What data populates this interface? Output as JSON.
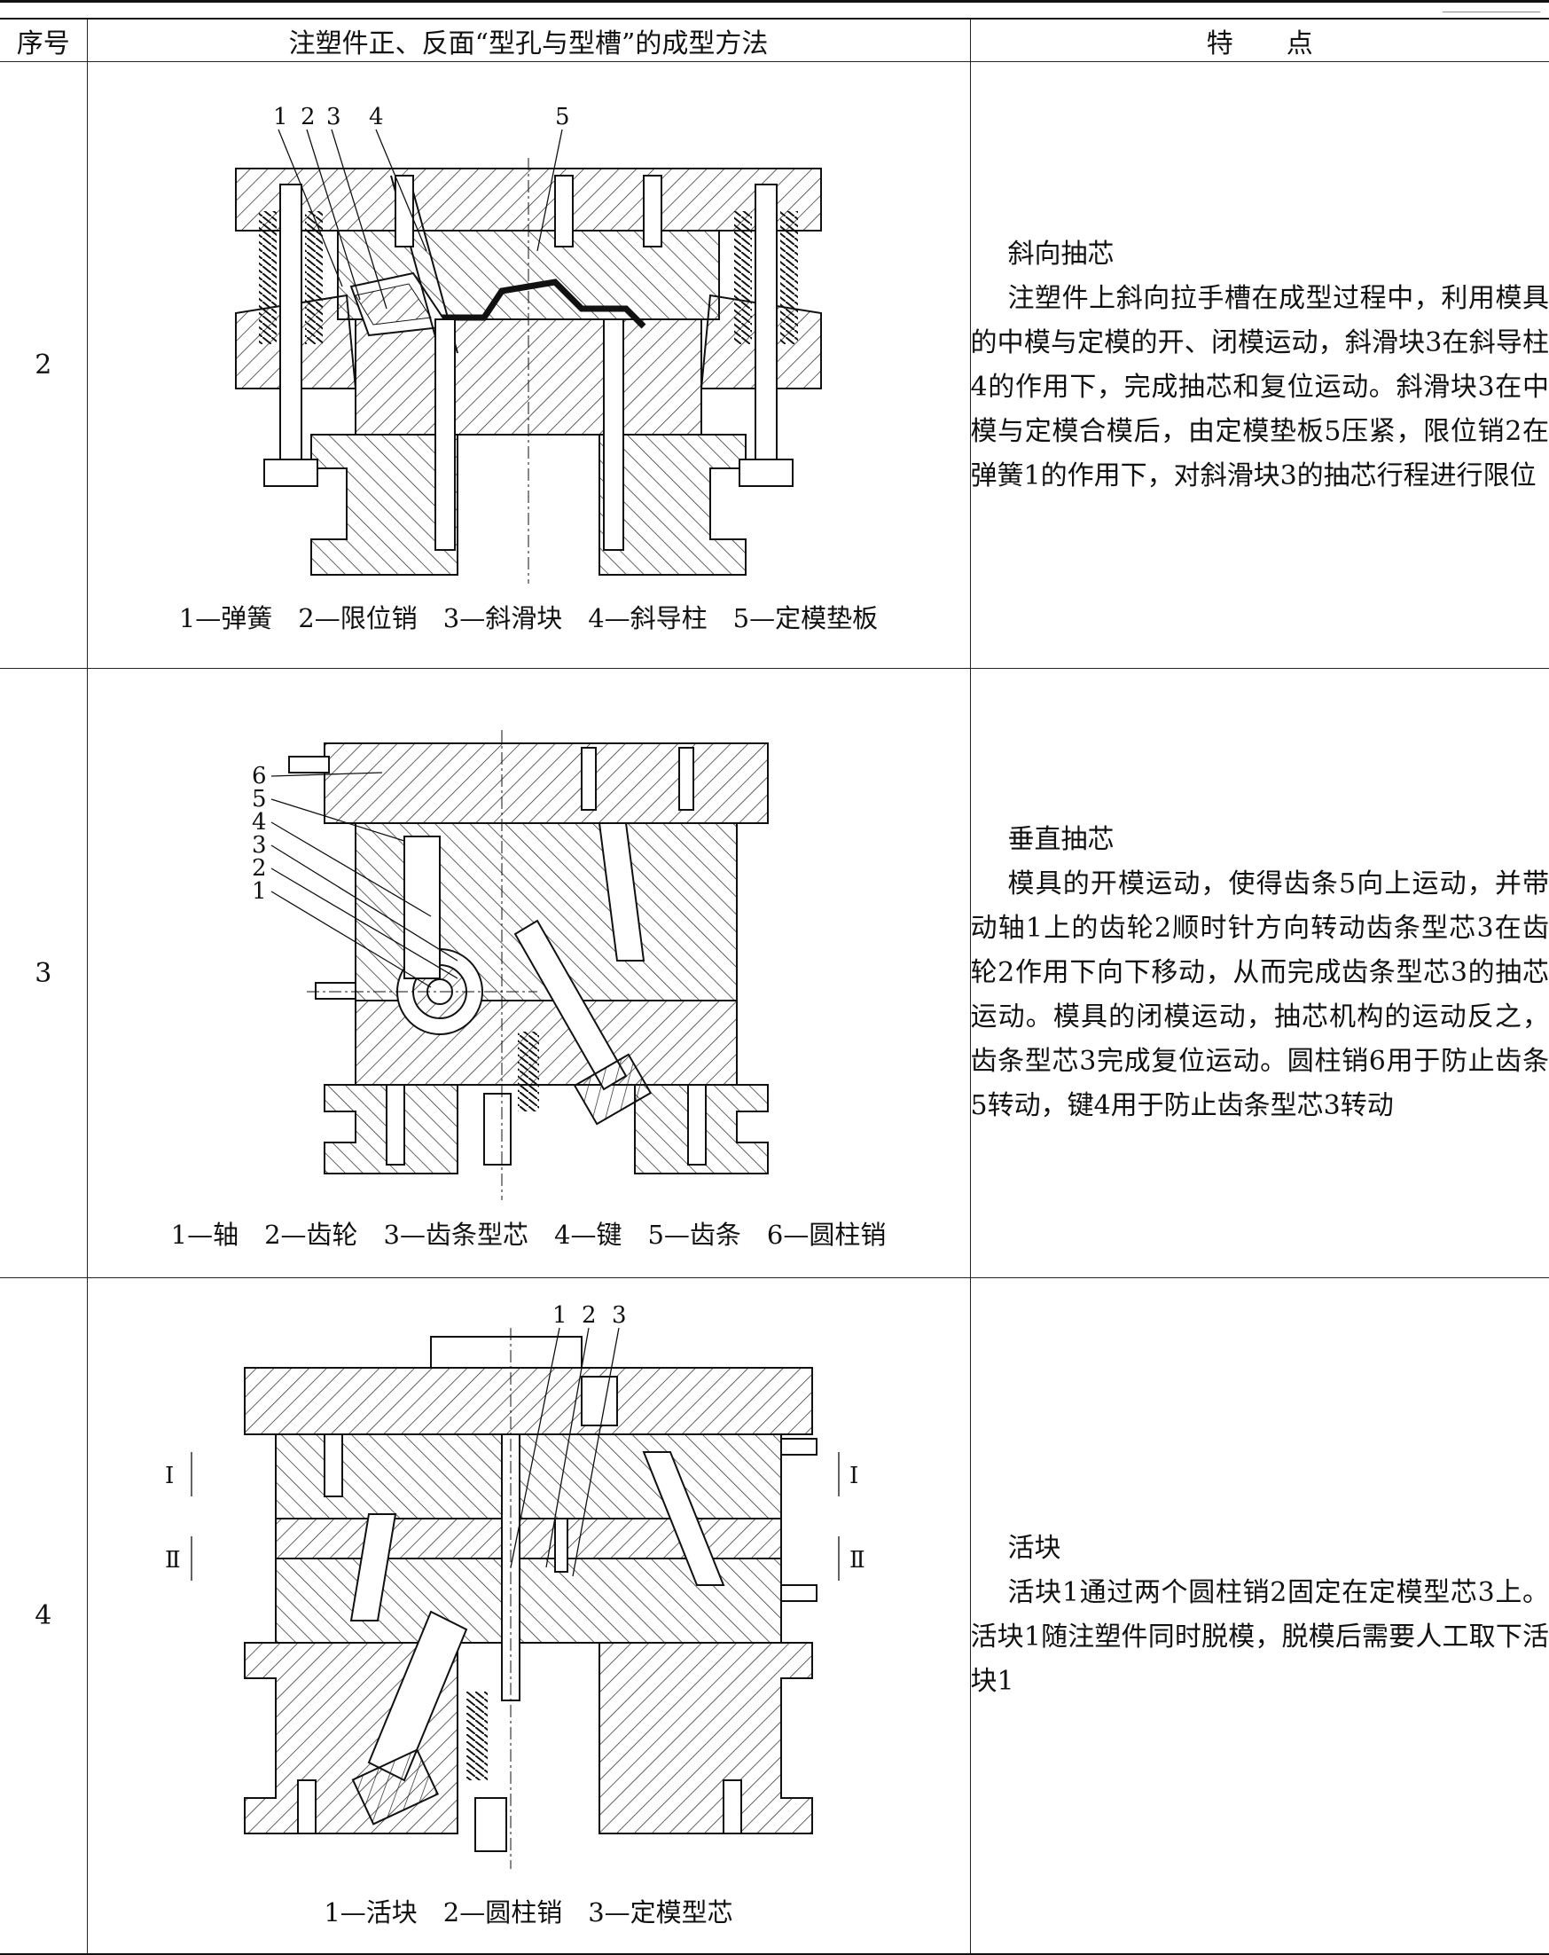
{
  "table": {
    "headers": {
      "num": "序号",
      "method": "注塑件正、反面“型孔与型槽”的成型方法",
      "features": "特　　点"
    },
    "rows": [
      {
        "num": "2",
        "figure_labels": [
          "1",
          "2",
          "3",
          "4",
          "5"
        ],
        "caption": "1—弹簧　2—限位销　3—斜滑块　4—斜导柱　5—定模垫板",
        "title": "斜向抽芯",
        "body": "注塑件上斜向拉手槽在成型过程中，利用模具的中模与定模的开、闭模运动，斜滑块3在斜导柱4的作用下，完成抽芯和复位运动。斜滑块3在中模与定模合模后，由定模垫板5压紧，限位销2在弹簧1的作用下，对斜滑块3的抽芯行程进行限位"
      },
      {
        "num": "3",
        "figure_labels": [
          "6",
          "5",
          "4",
          "3",
          "2",
          "1"
        ],
        "caption": "1—轴　2—齿轮　3—齿条型芯　4—键　5—齿条　6—圆柱销",
        "title": "垂直抽芯",
        "body": "模具的开模运动，使得齿条5向上运动，并带动轴1上的齿轮2顺时针方向转动齿条型芯3在齿轮2作用下向下移动，从而完成齿条型芯3的抽芯运动。模具的闭模运动，抽芯机构的运动反之，齿条型芯3完成复位运动。圆柱销6用于防止齿条5转动，键4用于防止齿条型芯3转动"
      },
      {
        "num": "4",
        "figure_labels": [
          "1",
          "2",
          "3",
          "Ⅰ",
          "Ⅰ",
          "Ⅱ",
          "Ⅱ"
        ],
        "caption": "1—活块　2—圆柱销　3—定模型芯",
        "title": "活块",
        "body": "活块1通过两个圆柱销2固定在定模型芯3上。活块1随注塑件同时脱模，脱模后需要人工取下活块1"
      }
    ]
  }
}
